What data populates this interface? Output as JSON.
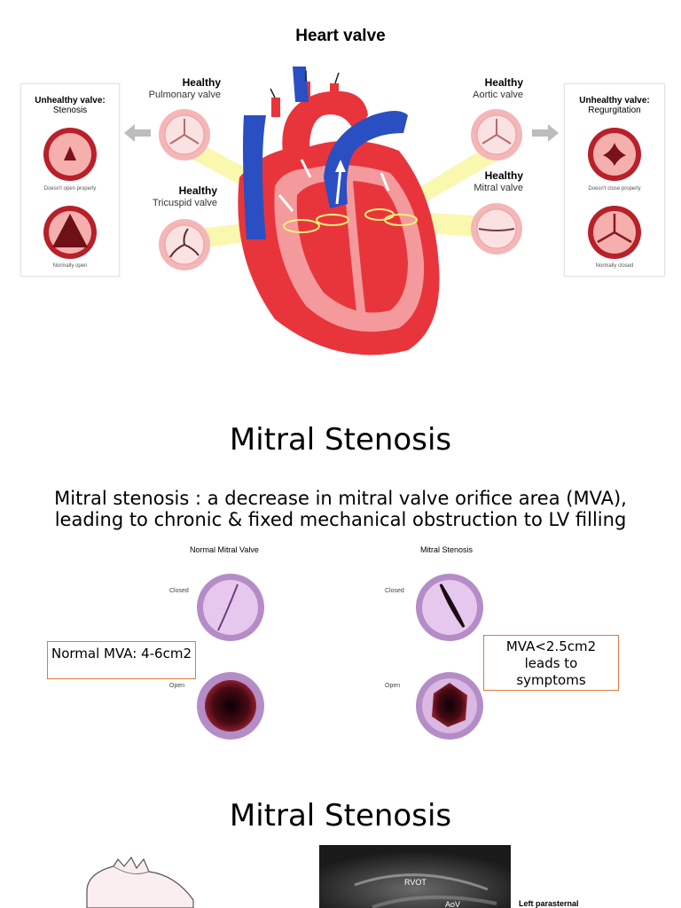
{
  "heart_figure": {
    "title": "Heart valve",
    "left_panel": {
      "title": "Unhealthy valve:",
      "subtitle": "Stenosis",
      "caption_top": "Doesn't open properly",
      "caption_bottom": "Normally open"
    },
    "right_panel": {
      "title": "Unhealthy valve:",
      "subtitle": "Regurgitation",
      "caption_top": "Doesn't close properly",
      "caption_bottom": "Normally closed"
    },
    "labels": {
      "pulmonary": {
        "heading": "Healthy",
        "name": "Pulmonary valve"
      },
      "tricuspid": {
        "heading": "Healthy",
        "name": "Tricuspid valve"
      },
      "aortic": {
        "heading": "Healthy",
        "name": "Aortic valve"
      },
      "mitral": {
        "heading": "Healthy",
        "name": "Mitral valve"
      }
    },
    "colors": {
      "heart": "#e8353c",
      "vessel_blue": "#2a4fc2",
      "highlight": "#f7f27a",
      "valve_pink": "#f4b6b6"
    }
  },
  "slide1": {
    "title": "Mitral Stenosis",
    "definition": "Mitral stenosis : a decrease in mitral valve orifice area (MVA), leading to chronic & fixed mechanical obstruction to LV filling",
    "normal_title": "Normal Mitral Valve",
    "stenosis_title": "Mitral Stenosis",
    "closed_label": "Closed",
    "open_label": "Open",
    "normal_box": "Normal MVA: 4-6cm2",
    "stenosis_box": "MVA<2.5cm2 leads to symptoms",
    "box_border_color": "#e07a3b"
  },
  "slide2": {
    "title": "Mitral Stenosis",
    "echo_label_rvot": "RVOT",
    "echo_label_aov": "AoV",
    "side_label": "Left parasternal"
  }
}
